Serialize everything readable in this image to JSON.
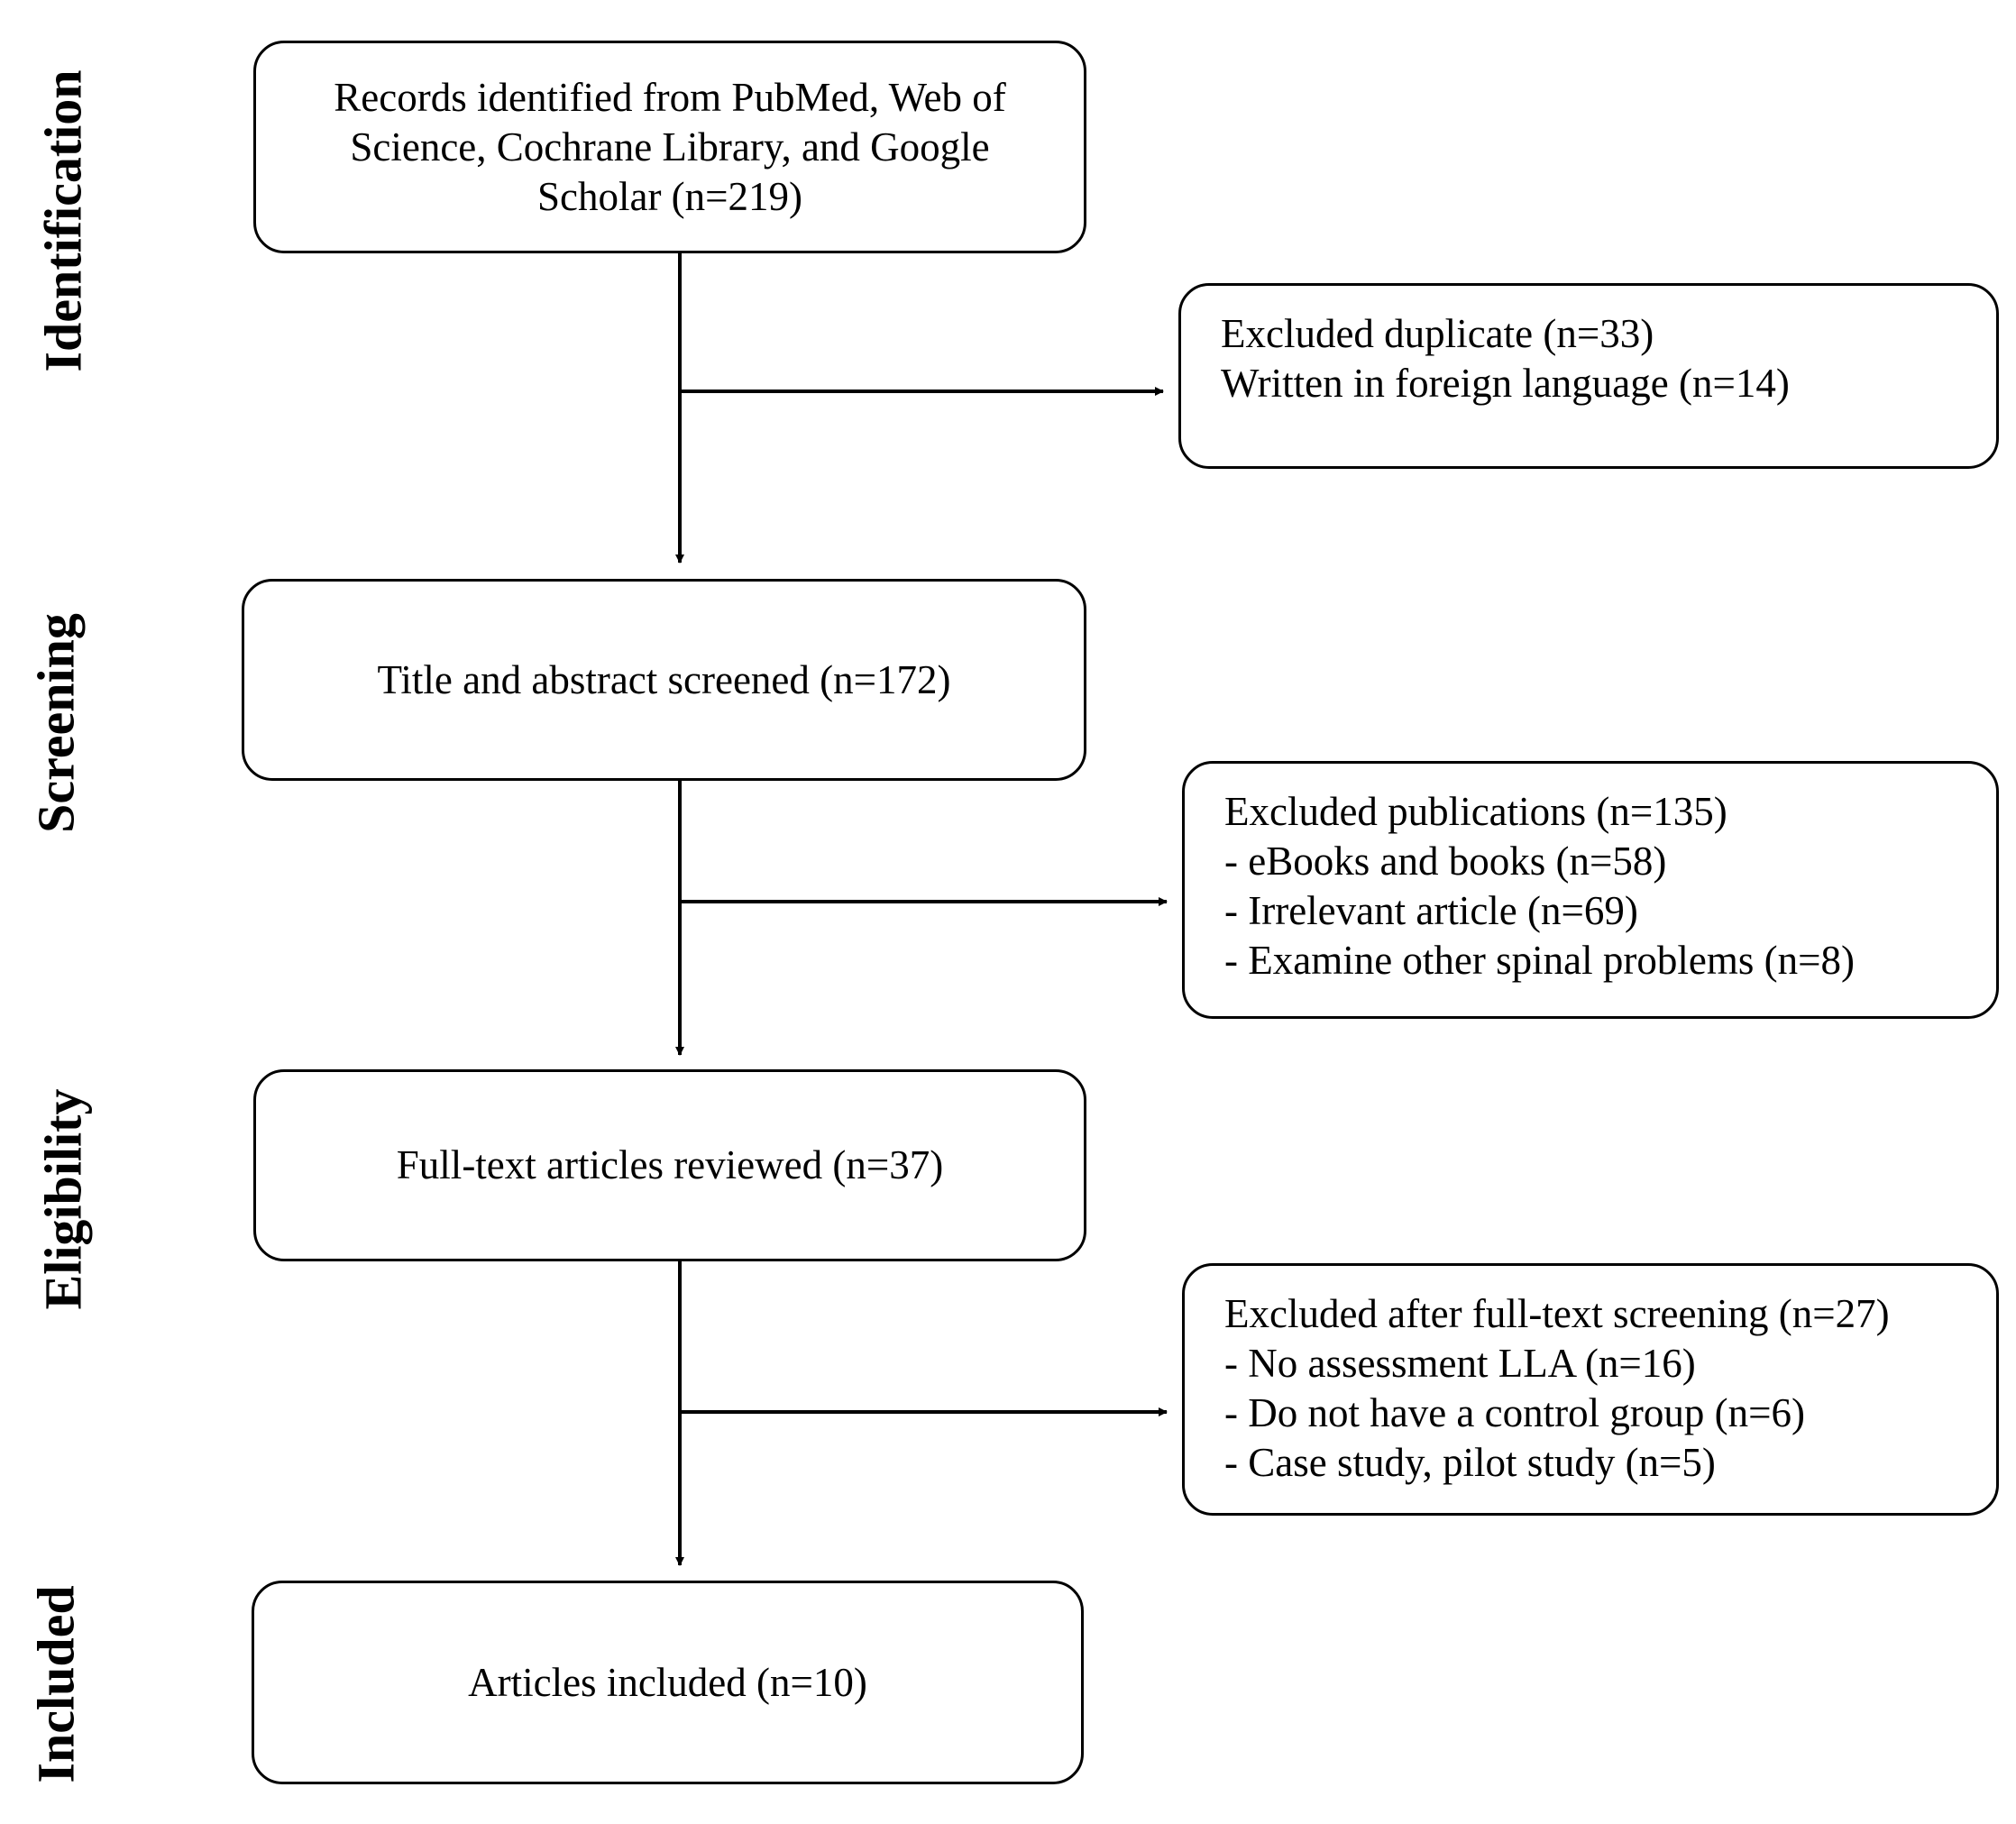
{
  "stages": {
    "identification": "Identification",
    "screening": "Screening",
    "eligibility": "Eligibility",
    "included": "Included"
  },
  "boxes": {
    "records_identified": [
      "Records identified from PubMed, Web of",
      "Science, Cochrane Library, and Google",
      "Scholar (n=219)"
    ],
    "title_abstract": "Title and abstract screened (n=172)",
    "full_text": "Full-text articles reviewed (n=37)",
    "articles_included": "Articles included (n=10)"
  },
  "exclusions": {
    "first": [
      "Excluded duplicate (n=33)",
      "Written in foreign language (n=14)"
    ],
    "second": [
      "Excluded publications (n=135)",
      "- eBooks and books (n=58)",
      "- Irrelevant article (n=69)",
      "- Examine other spinal problems (n=8)"
    ],
    "third": [
      "Excluded after full-text screening (n=27)",
      "- No assessment LLA (n=16)",
      "- Do not have a control group (n=6)",
      "- Case study, pilot study (n=5)"
    ]
  },
  "colors": {
    "line": "#000000",
    "background": "#ffffff",
    "text": "#000000"
  }
}
